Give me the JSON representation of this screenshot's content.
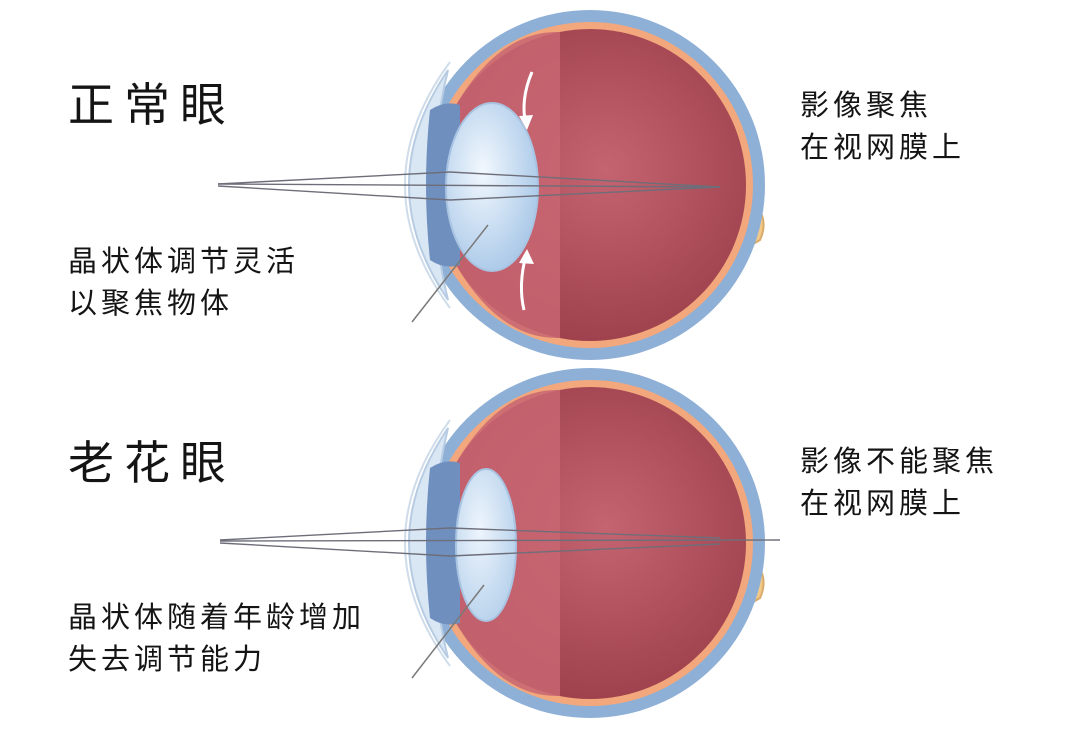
{
  "normal": {
    "title": "正常眼",
    "right_note": [
      "影像聚焦",
      "在视网膜上"
    ],
    "left_note": [
      "晶状体调节灵活",
      "以聚焦物体"
    ]
  },
  "presbyopia": {
    "title": "老花眼",
    "right_note": [
      "影像不能聚焦",
      "在视网膜上"
    ],
    "left_note": [
      "晶状体随着年龄增加",
      "失去调节能力"
    ]
  },
  "colors": {
    "eyeball": "#b8545e",
    "sclera": "#7f9fc9",
    "retina": "#f2a77c",
    "optic_nerve": "#f3c98a",
    "lens": "#c7dff5",
    "cornea": "#d9e7f4",
    "light_ray": "#6e6e7a"
  }
}
